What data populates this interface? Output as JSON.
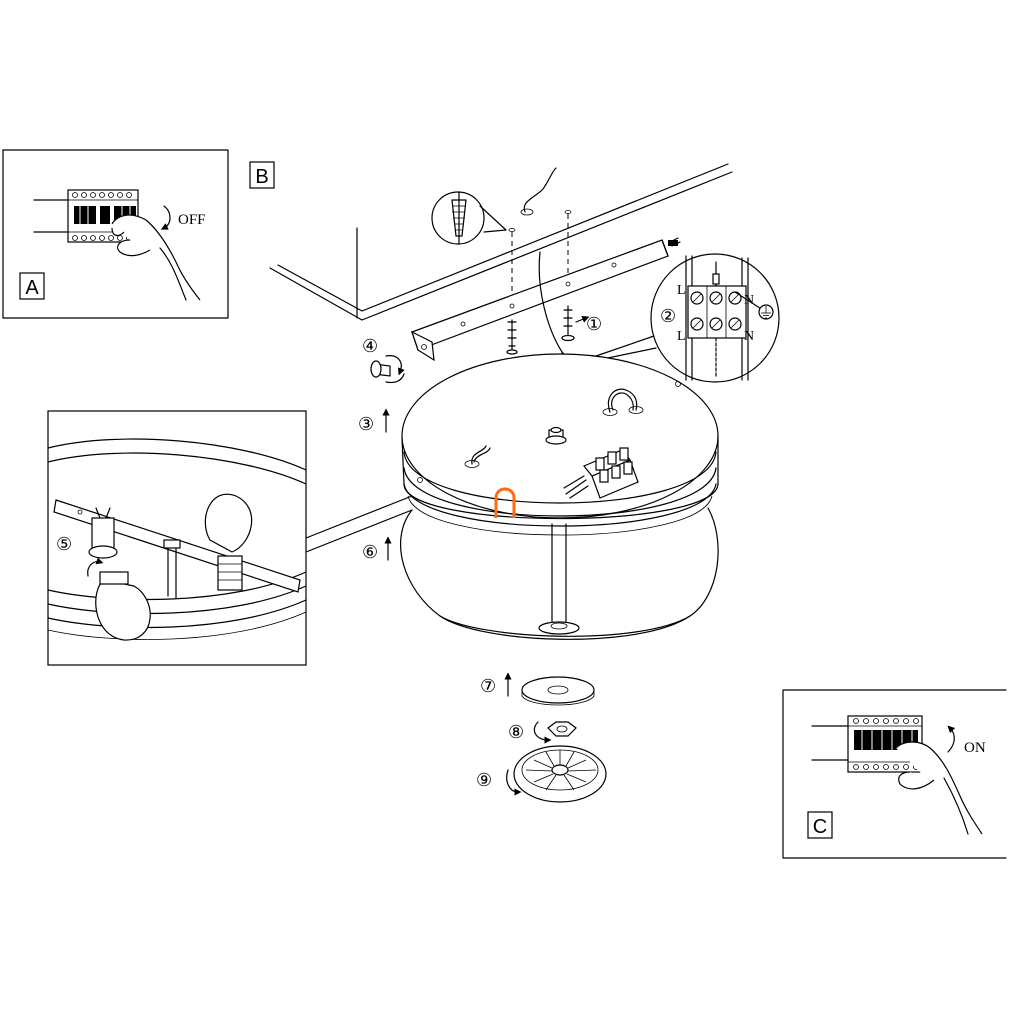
{
  "panels": {
    "a": {
      "label": "A",
      "switch_text": "OFF"
    },
    "b": {
      "label": "B"
    },
    "c": {
      "label": "C",
      "switch_text": "ON"
    }
  },
  "terminal_labels": {
    "live_top": "L",
    "neutral_top": "N",
    "live_bottom": "L",
    "neutral_bottom": "N"
  },
  "steps": [
    "①",
    "②",
    "③",
    "④",
    "⑤",
    "⑥",
    "⑦",
    "⑧",
    "⑨"
  ],
  "colors": {
    "line": "#000000",
    "highlight": "#ff6a13",
    "background": "#ffffff"
  },
  "icons": [
    "circuit-breaker-icon",
    "hand-icon",
    "ground-icon",
    "screw-icon",
    "wall-plug-icon",
    "light-bulb-icon"
  ]
}
